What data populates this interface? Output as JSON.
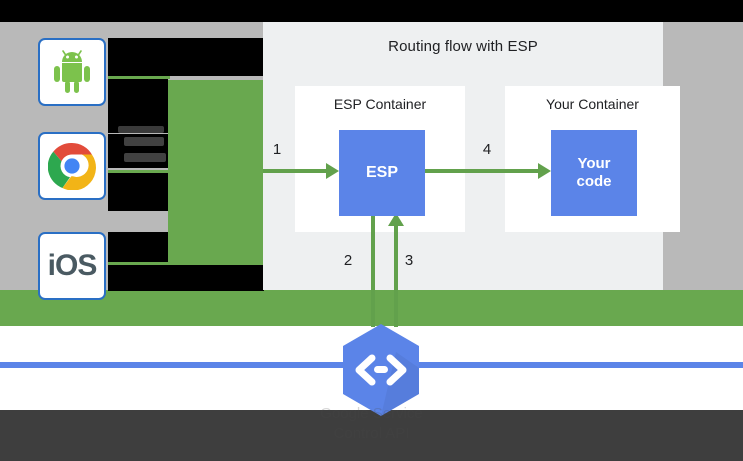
{
  "diagram": {
    "title": "Routing flow with ESP",
    "containers": [
      {
        "label": "ESP Container",
        "box_label": "ESP"
      },
      {
        "label": "Your Container",
        "box_label_line1": "Your",
        "box_label_line2": "code"
      }
    ],
    "arrows": [
      {
        "number": "1",
        "direction": "right",
        "from": "client",
        "to": "ESP"
      },
      {
        "number": "2",
        "direction": "down",
        "from": "ESP",
        "to": "service-control"
      },
      {
        "number": "3",
        "direction": "up",
        "from": "service-control",
        "to": "ESP"
      },
      {
        "number": "4",
        "direction": "right",
        "from": "ESP",
        "to": "Your code"
      }
    ]
  },
  "clients": [
    {
      "name": "android",
      "label": ""
    },
    {
      "name": "chrome",
      "label": ""
    },
    {
      "name": "ios",
      "label": "iOS"
    }
  ],
  "footer": {
    "line1": "Google Service",
    "line2": "Control API"
  },
  "colors": {
    "blue_box": "#5b84e8",
    "green_arrow": "#62a14c",
    "green_band": "#69a84f",
    "card_bg": "#eef0f1",
    "gray_band": "#b9b9b9",
    "dark_bar": "#3e3e3e",
    "icon_border": "#2a6fc4"
  }
}
